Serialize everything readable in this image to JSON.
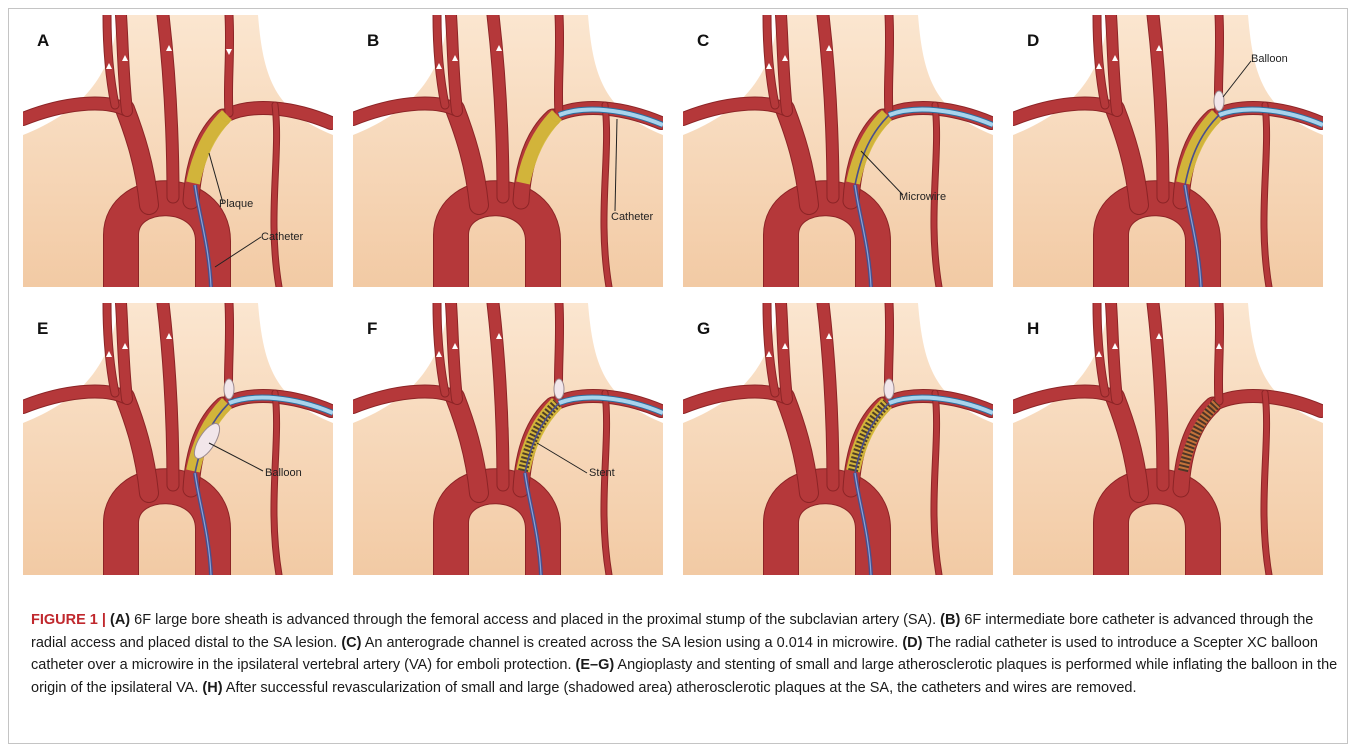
{
  "figure": {
    "panels": [
      {
        "letter": "A",
        "labels": [
          "Plaque",
          "Catheter"
        ]
      },
      {
        "letter": "B",
        "labels": [
          "Catheter"
        ]
      },
      {
        "letter": "C",
        "labels": [
          "Microwire"
        ]
      },
      {
        "letter": "D",
        "labels": [
          "Balloon"
        ]
      },
      {
        "letter": "E",
        "labels": [
          "Balloon"
        ]
      },
      {
        "letter": "F",
        "labels": [
          "Stent"
        ]
      },
      {
        "letter": "G",
        "labels": []
      },
      {
        "letter": "H",
        "labels": []
      }
    ],
    "colors": {
      "artery": "#b5383a",
      "artery_dark": "#8c2426",
      "background_tissue": "#f5d5b4",
      "plaque": "#d4bb3a",
      "catheter": "#a9d3ec",
      "wire": "#4a4f8c",
      "balloon": "#f2e6ea",
      "stent": "#3a2a24"
    }
  },
  "caption": {
    "figure_label": "FIGURE 1 |",
    "parts": [
      {
        "key": "(A)",
        "text": " 6F large bore sheath is advanced through the femoral access and placed in the proximal stump of the subclavian artery (SA). "
      },
      {
        "key": "(B)",
        "text": " 6F intermediate bore catheter is advanced through the radial access and placed distal to the SA lesion. "
      },
      {
        "key": "(C)",
        "text": " An anterograde channel is created across the SA lesion using a 0.014 in microwire. "
      },
      {
        "key": "(D)",
        "text": " The radial catheter is used to introduce a Scepter XC balloon catheter over a microwire in the ipsilateral vertebral artery (VA) for emboli protection. "
      },
      {
        "key": "(E–G)",
        "text": " Angioplasty and stenting of small and large atherosclerotic plaques is performed while inflating the balloon in the origin of the ipsilateral VA. "
      },
      {
        "key": "(H)",
        "text": " After successful revascularization of small and large (shadowed area) atherosclerotic plaques at the SA, the catheters and wires are removed."
      }
    ]
  }
}
